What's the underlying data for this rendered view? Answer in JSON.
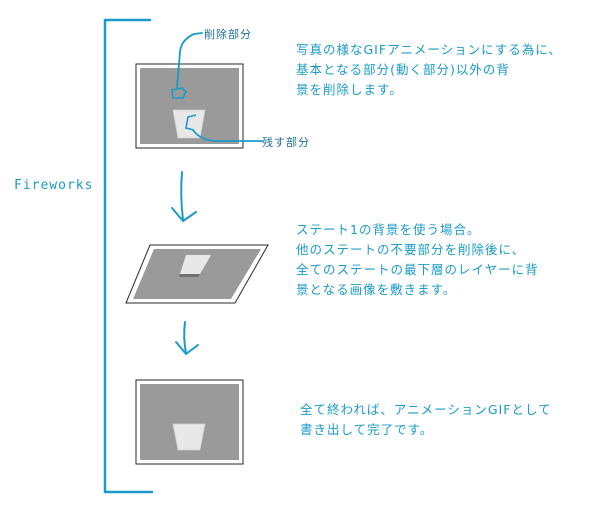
{
  "side_label": "Fireworks",
  "step1": {
    "callout_removed": "削除部分",
    "callout_kept": "残す部分",
    "note": "写真の様なGIFアニメーションにする為に、\n基本となる部分(動く部分)以外の背\n景を削除します。"
  },
  "step2": {
    "note": "ステート1の背景を使う場合。\n他のステートの不要部分を削除後に、\n全てのステートの最下層のレイヤーに背\n景となる画像を敷きます。"
  },
  "step3": {
    "note": "全て終われば、アニメーションGIFとして\n書き出して完了です。"
  },
  "colors": {
    "accent": "#1a9bc9",
    "callout": "#1d6f99",
    "panel_gray": "#9a9a9a",
    "frame": "#2a2a2a"
  }
}
